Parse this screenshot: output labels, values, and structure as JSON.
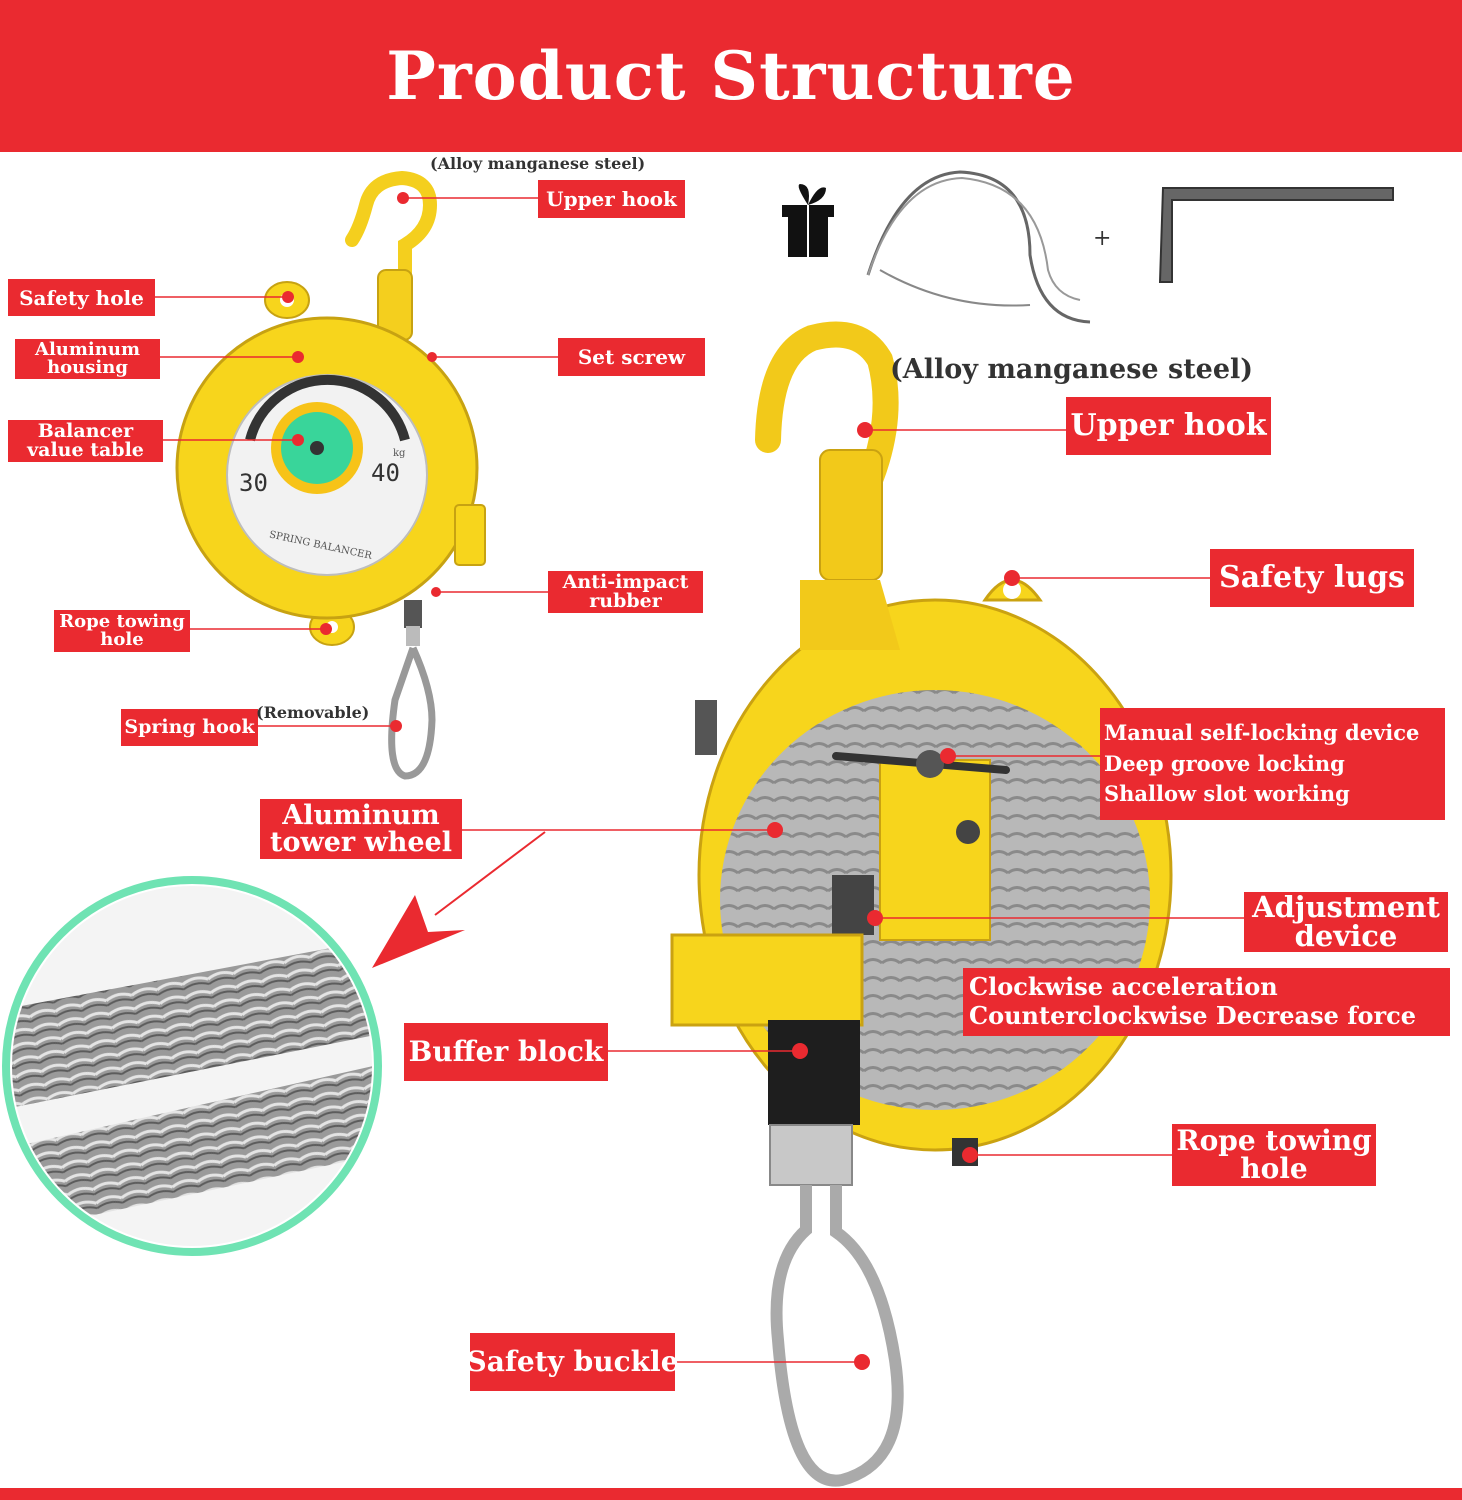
{
  "header": {
    "title": "Product Structure"
  },
  "colors": {
    "brand_red": "#ea2a30",
    "housing_yellow": "#f7d51c",
    "cable_ring": "#6fe3b3"
  },
  "small_unit": {
    "upper_hook_note": "(Alloy manganese steel)",
    "upper_hook": "Upper hook",
    "safety_hole": "Safety hole",
    "aluminum_housing": [
      "Aluminum",
      "housing"
    ],
    "set_screw": "Set screw",
    "balancer_value_table": [
      "Balancer",
      "value table"
    ],
    "dial_values": {
      "low": "30",
      "high": "40",
      "unit": "kg",
      "brand_text": "SPRING BALANCER"
    },
    "anti_impact_rubber": [
      "Anti-impact",
      "rubber"
    ],
    "rope_towing_hole": [
      "Rope towing",
      "hole"
    ],
    "spring_hook": "Spring hook",
    "removable_note": "(Removable)"
  },
  "accessories": {
    "icons": [
      "gift-icon",
      "wire-rope-icon",
      "hex-key-icon"
    ],
    "plus": "+"
  },
  "large_unit": {
    "upper_hook_note": "(Alloy manganese steel)",
    "upper_hook": "Upper hook",
    "safety_lugs": "Safety lugs",
    "locking_device": [
      "Manual self-locking device",
      "Deep groove locking",
      "Shallow slot working"
    ],
    "aluminum_tower_wheel": [
      "Aluminum",
      "tower wheel"
    ],
    "adjustment_device": [
      "Adjustment",
      "device"
    ],
    "adjustment_direction": [
      "Clockwise acceleration",
      "Counterclockwise Decrease force"
    ],
    "buffer_block": "Buffer block",
    "rope_towing_hole": [
      "Rope towing",
      "hole"
    ],
    "safety_buckle": "Safety buckle"
  }
}
